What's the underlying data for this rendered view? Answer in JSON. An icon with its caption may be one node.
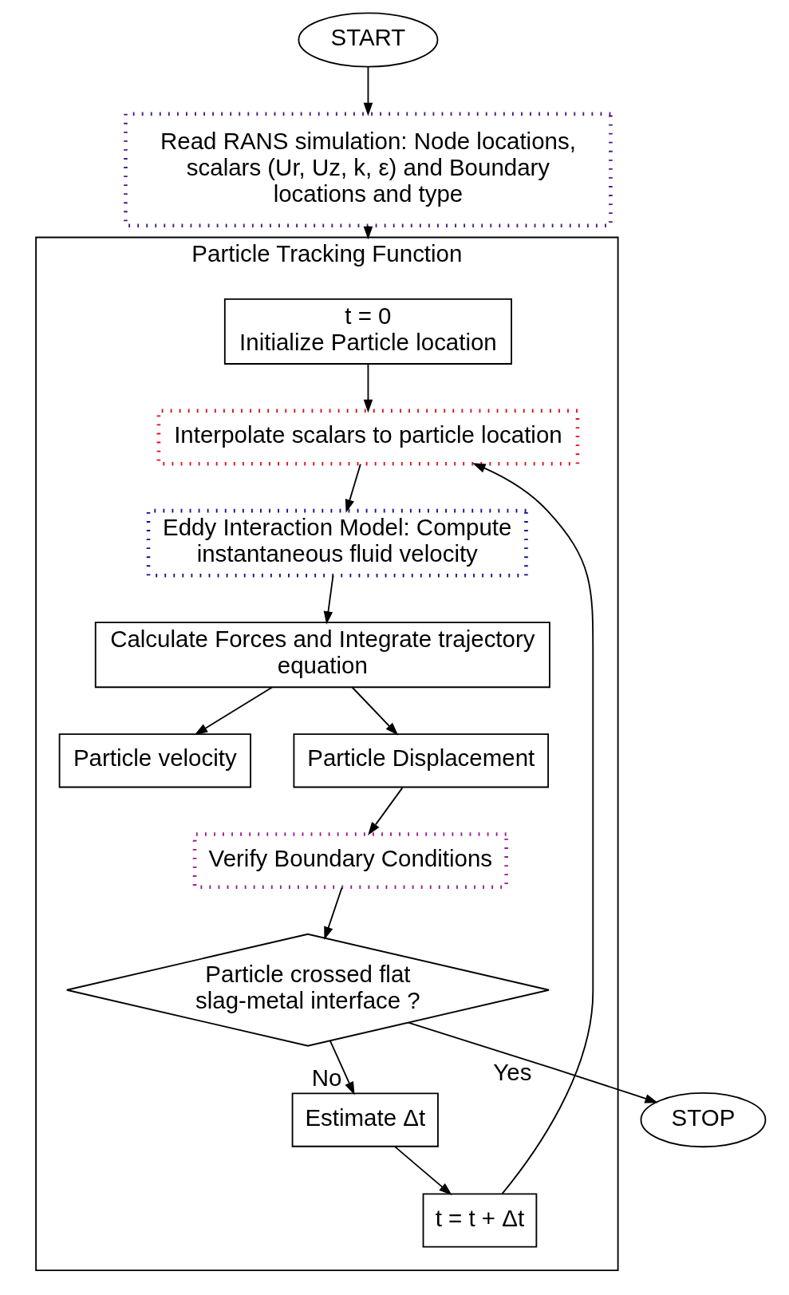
{
  "diagram": {
    "nodes": [
      {
        "text": [
          "START"
        ]
      },
      {
        "text": [
          "Read RANS simulation: Node locations, scalars (Ur, Uz, k, ε) and Boundary locations and type"
        ]
      },
      {
        "text": [
          "Particle Tracking Function"
        ]
      },
      {
        "text": [
          "t = 0",
          "Initialize Particle location"
        ],
        "in": 2
      },
      {
        "text": [
          "Interpolate scalars to particle location"
        ],
        "in": 2
      },
      {
        "text": [
          "Eddy Interaction Model: Compute instantaneous fluid velocity"
        ],
        "in": 2
      },
      {
        "text": [
          "Calculate Forces and Integrate trajectory equation"
        ],
        "in": 2
      },
      {
        "text": [
          "Particle velocity"
        ],
        "in": 2
      },
      {
        "text": [
          "Particle Displacement"
        ],
        "in": 2
      },
      {
        "text": [
          "Verify Boundary Conditions"
        ],
        "in": 2
      },
      {
        "text": [
          "Particle crossed flat slag-metal interface ?"
        ],
        "in": 2
      },
      {
        "text": [
          "Estimate Δt"
        ],
        "in": 2
      },
      {
        "text": [
          "t = t + Δt"
        ],
        "in": 2
      },
      {
        "text": [
          "STOP"
        ]
      }
    ],
    "edges": [
      {
        "from": 0,
        "to": 1,
        "arrow": "to"
      },
      {
        "from": 1,
        "to": 2,
        "arrow": "to"
      },
      {
        "from": 3,
        "to": 4,
        "arrow": "to"
      },
      {
        "from": 4,
        "to": 5,
        "arrow": "to"
      },
      {
        "from": 5,
        "to": 6,
        "arrow": "to"
      },
      {
        "from": 6,
        "to": 7,
        "arrow": "to"
      },
      {
        "from": 6,
        "to": 8,
        "arrow": "to"
      },
      {
        "from": 8,
        "to": 9,
        "arrow": "to"
      },
      {
        "from": 9,
        "to": 10,
        "arrow": "to"
      },
      {
        "from": 10,
        "to": 11,
        "arrow": "to",
        "label": "No"
      },
      {
        "from": 11,
        "to": 12,
        "arrow": "to"
      },
      {
        "from": 12,
        "to": 4,
        "arrow": "to"
      },
      {
        "from": 10,
        "to": 13,
        "arrow": "to",
        "label": "Yes"
      }
    ]
  }
}
